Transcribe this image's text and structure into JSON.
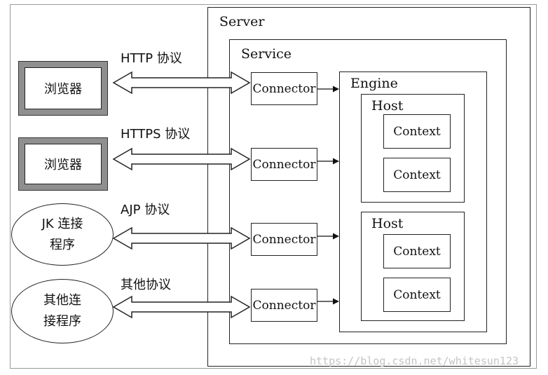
{
  "server": {
    "label": "Server"
  },
  "service": {
    "label": "Service"
  },
  "engine": {
    "label": "Engine"
  },
  "hosts": [
    {
      "label": "Host",
      "contexts": [
        "Context",
        "Context"
      ]
    },
    {
      "label": "Host",
      "contexts": [
        "Context",
        "Context"
      ]
    }
  ],
  "connectors": [
    "Connector",
    "Connector",
    "Connector",
    "Connector"
  ],
  "clients": [
    {
      "label": "浏览器",
      "shape": "box"
    },
    {
      "label": "浏览器",
      "shape": "box"
    },
    {
      "label_line1": "JK 连接",
      "label_line2": "程序",
      "shape": "oval"
    },
    {
      "label_line1": "其他连",
      "label_line2": "接程序",
      "shape": "oval"
    }
  ],
  "protocols": [
    "HTTP 协议",
    "HTTPS 协议",
    "AJP 协议",
    "其他协议"
  ],
  "watermark": "https://blog.csdn.net/whitesun123"
}
